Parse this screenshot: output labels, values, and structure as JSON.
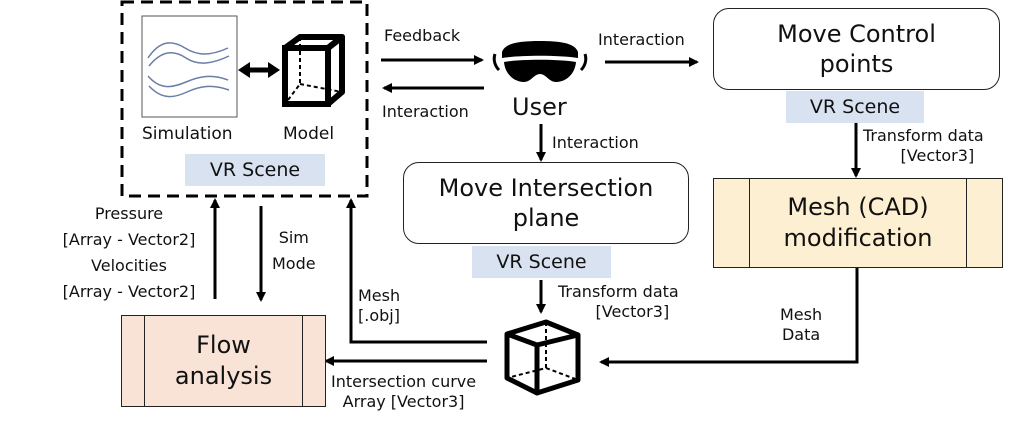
{
  "diagram": {
    "vr_scene_group": {
      "simulation_label": "Simulation",
      "model_label": "Model",
      "scene_tag": "VR Scene"
    },
    "user": {
      "label": "User",
      "icon": "vr-headset-icon"
    },
    "nodes": {
      "move_control_points": {
        "title": "Move Control points",
        "tag": "VR Scene"
      },
      "move_intersection_plane": {
        "title": "Move Intersection plane",
        "tag": "VR Scene"
      },
      "mesh_cad_modification": {
        "title": "Mesh (CAD) modification",
        "fill": "#fdf0d2"
      },
      "flow_analysis": {
        "title": "Flow analysis",
        "fill": "#f9e3d6"
      },
      "intersection_object": {
        "icon": "cube-icon"
      }
    },
    "edges": {
      "feedback": "Feedback",
      "interaction_to_scene": "Interaction",
      "interaction_to_control": "Interaction",
      "interaction_to_plane": "Interaction",
      "transform_data_control": [
        "Transform data",
        "[Vector3]"
      ],
      "transform_data_plane": [
        "Transform data",
        "[Vector3]"
      ],
      "mesh_data": [
        "Mesh",
        "Data"
      ],
      "mesh_obj": [
        "Mesh",
        "[.obj]"
      ],
      "intersection_curve": [
        "Intersection curve",
        "Array [Vector3]"
      ],
      "sim_mode": [
        "Sim",
        "Mode"
      ],
      "pressure_velocities": [
        "Pressure",
        "[Array - Vector2]",
        "Velocities",
        "[Array - Vector2]"
      ]
    },
    "colors": {
      "vr_tag": "#d9e2f1",
      "mesh_box": "#fdf0d2",
      "flow_box": "#f9e3d6",
      "simulation_waves": "#6a7ea8"
    }
  }
}
